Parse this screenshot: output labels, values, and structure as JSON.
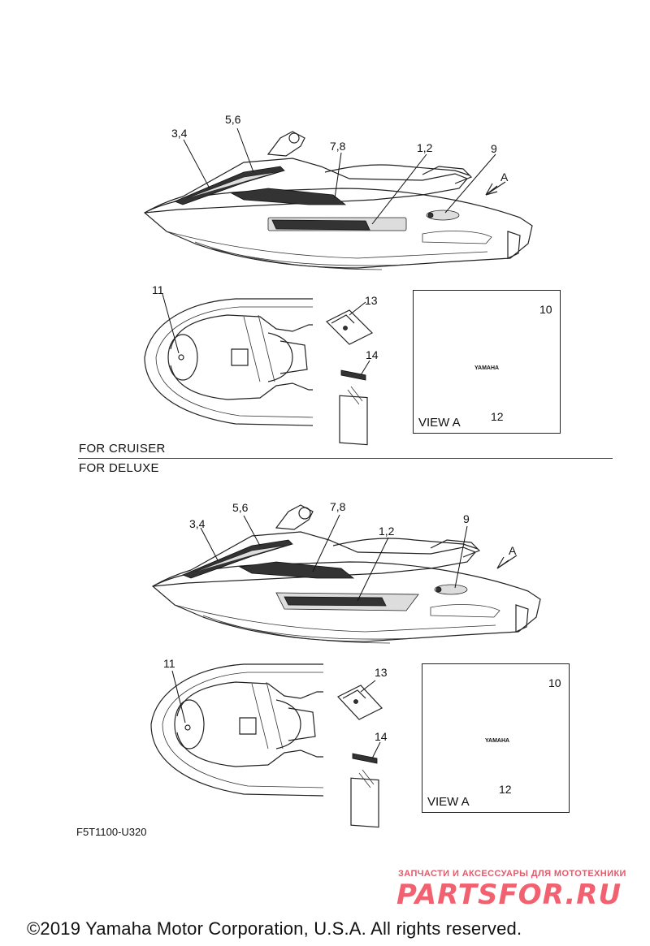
{
  "sections": [
    {
      "id": "cruiser",
      "label": "FOR CRUISER",
      "view_label": "VIEW A",
      "arrow_label": "A",
      "callouts": {
        "c34": "3,4",
        "c56": "5,6",
        "c78": "7,8",
        "c12": "1,2",
        "c9": "9",
        "c11": "11",
        "c13": "13",
        "c14": "14",
        "c10": "10",
        "c12b": "12"
      },
      "badge_text": "YAMAHA"
    },
    {
      "id": "deluxe",
      "label": "FOR DELUXE",
      "view_label": "VIEW A",
      "arrow_label": "A",
      "callouts": {
        "c34": "3,4",
        "c56": "5,6",
        "c78": "7,8",
        "c12": "1,2",
        "c9": "9",
        "c11": "11",
        "c13": "13",
        "c14": "14",
        "c10": "10",
        "c12b": "12"
      },
      "badge_text": "YAMAHA"
    }
  ],
  "drawing_id": "F5T1100-U320",
  "watermark": {
    "tagline": "ЗАПЧАСТИ И АКСЕССУАРЫ ДЛЯ МОТОТЕХНИКИ",
    "brand": "PARTSFOR.RU"
  },
  "copyright": "©2019 Yamaha Motor Corporation, U.S.A. All rights reserved.",
  "colors": {
    "ink": "#111111",
    "watermark": "#f04658"
  }
}
